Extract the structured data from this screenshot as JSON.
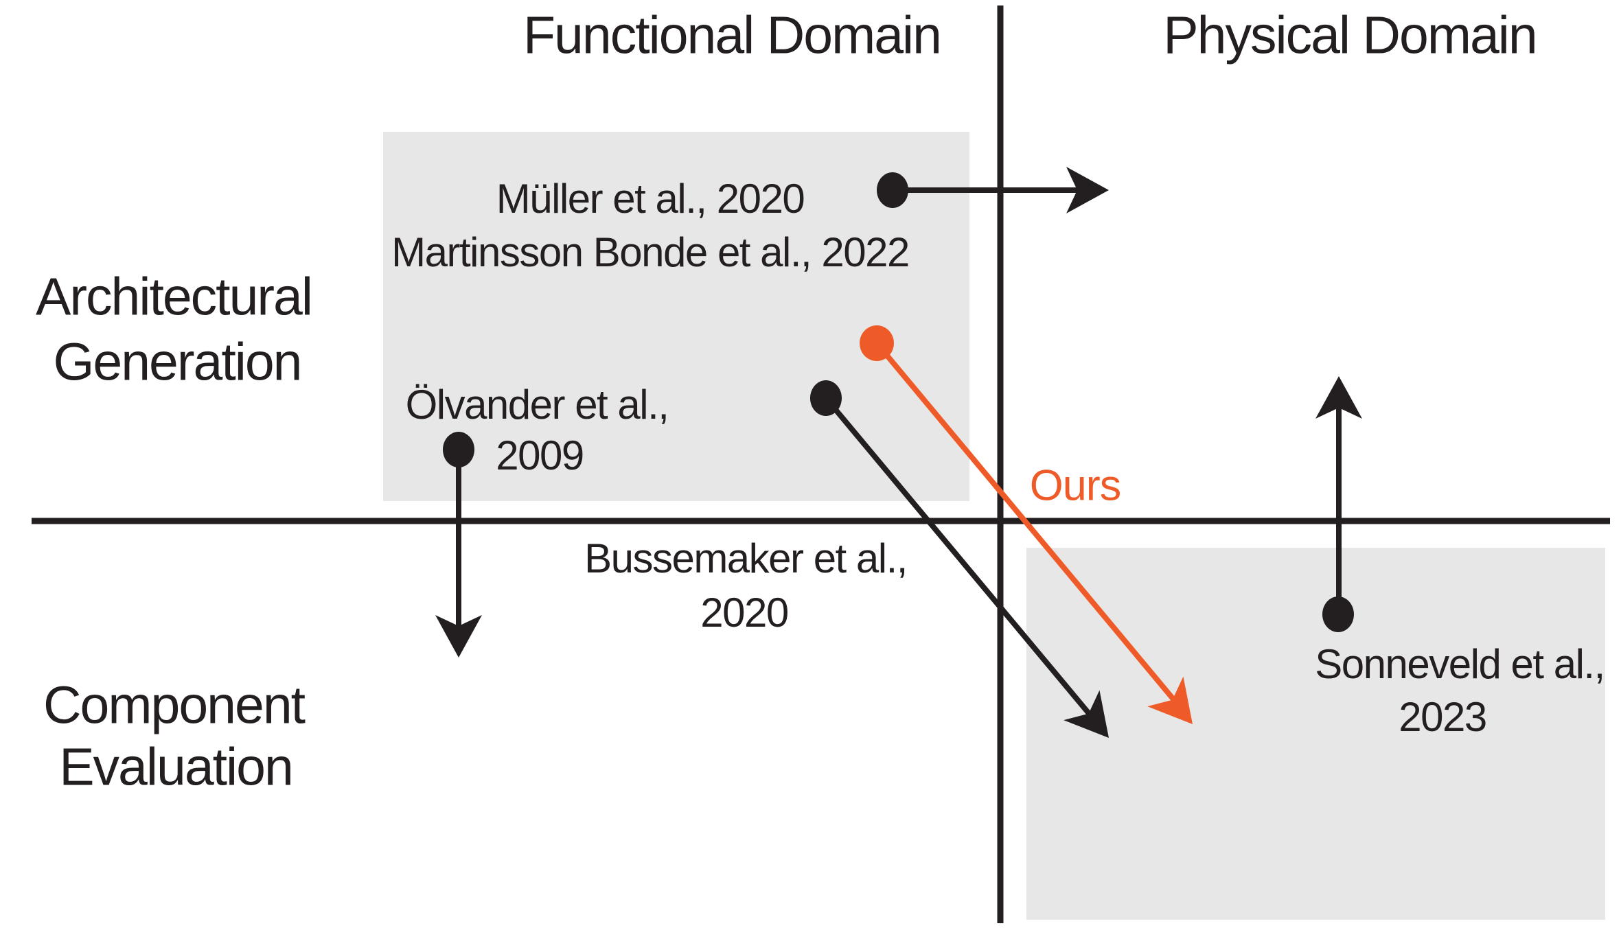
{
  "figure": {
    "column_titles": {
      "left": "Functional Domain",
      "right": "Physical Domain"
    },
    "row_labels": {
      "top_line1": "Architectural",
      "top_line2": "Generation",
      "bottom_line1": "Component",
      "bottom_line2": "Evaluation"
    },
    "papers": {
      "muller": "Müller et al., 2020",
      "martinsson": "Martinsson Bonde et al., 2022",
      "olvander_line1": "Ölvander et al.,",
      "olvander_line2": "2009",
      "bussemaker_line1": "Bussemaker et al.,",
      "bussemaker_line2": "2020",
      "sonneveld_line1": "Sonneveld et al.,",
      "sonneveld_line2": "2023"
    },
    "ours_label": "Ours",
    "colors": {
      "ink": "#231F20",
      "accent_orange": "#EF5B28",
      "quadrant_fill": "#E7E7E8",
      "background": "#FFFFFF"
    }
  }
}
